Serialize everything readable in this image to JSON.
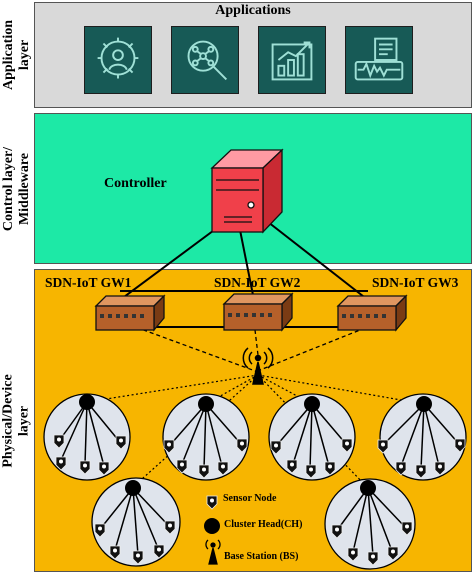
{
  "layers": {
    "application": "Application\nlayer",
    "control": "Control layer/\nMiddleware",
    "physical": "Physical/Device\nlayer"
  },
  "applications": {
    "title": "Applications",
    "icons": [
      "gear-person-icon",
      "magnifier-network-icon",
      "bar-chart-growth-icon",
      "document-waveform-icon"
    ]
  },
  "controller": {
    "label": "Controller"
  },
  "gateways": [
    {
      "label": "SDN-IoT GW1"
    },
    {
      "label": "SDN-IoT GW2"
    },
    {
      "label": "SDN-IoT GW3"
    }
  ],
  "legend": {
    "sensor_node": "Sensor Node",
    "cluster_head": "Cluster Head(CH)",
    "base_station": "Base Station (BS)"
  },
  "colors": {
    "application_band": "#d9d9d9",
    "control_band": "#1de9a6",
    "physical_band": "#f7b500",
    "app_icon_bg": "#175a56",
    "controller": "#f0404a",
    "gateway": "#b5602a",
    "cluster_disc": "#dfe4ec"
  }
}
